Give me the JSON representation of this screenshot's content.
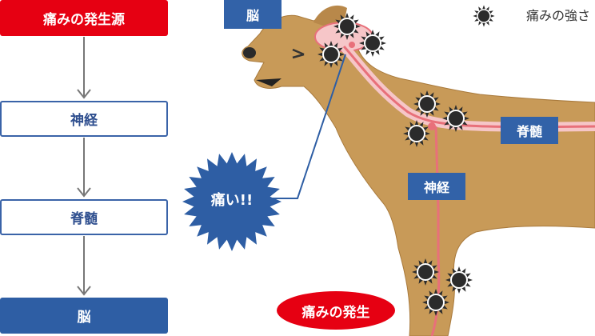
{
  "flow": {
    "steps": [
      "痛みの発生源",
      "神経",
      "脊髄",
      "脳"
    ]
  },
  "labels": {
    "brain": "脳",
    "spine": "脊髄",
    "nerve": "神経",
    "ouch": "痛い!!",
    "origin": "痛みの発生"
  },
  "legend": {
    "text": "痛みの強さ",
    "icon": "spiky-pain-icon"
  },
  "colors": {
    "red": "#e60012",
    "blue": "#2e5ea4",
    "dog": "#c79a55",
    "nerve": "#e8707a"
  }
}
